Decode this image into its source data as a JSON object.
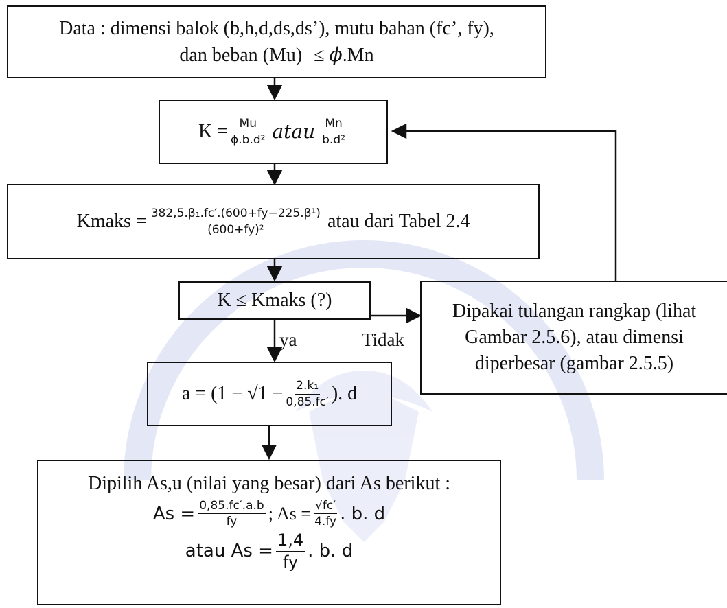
{
  "box_data": {
    "line1": "Data : dimensi balok (b,h,d,ds,ds’), mutu bahan (fc’, fy),",
    "line2_pre": "dan beban (Mu)",
    "line2_op": "≤",
    "line2_phi": "ϕ",
    "line2_post": ".Mn"
  },
  "box_k": {
    "lhs": "K =",
    "f1_num": "Mu",
    "f1_den": "ϕ.b.d²",
    "mid": "atau",
    "f2_num": "Mn",
    "f2_den": "b.d²"
  },
  "box_kmaks": {
    "lhs": "Kmaks =",
    "num": "382,5.β₁.fc′.(600+fy−225.β¹)",
    "den": "(600+fy)²",
    "post": "atau dari Tabel 2.4"
  },
  "box_check": {
    "text": "K ≤ Kmaks (?)"
  },
  "box_a": {
    "pre": "a = (1 − √1 −",
    "num": "2.k₁",
    "den": "0,85.fc′",
    "post": "). d"
  },
  "box_as": {
    "line1": "Dipilih As,u (nilai yang besar) dari As berikut :",
    "as1_lhs": "As =",
    "as1_num": "0,85.fc′.a.b",
    "as1_den": "fy",
    "sep": "; As =",
    "as2_num": "√fc′",
    "as2_den": "4.fy",
    "as2_post": ". b. d",
    "as3_lhs": "atau As =",
    "as3_num": "1,4",
    "as3_den": "fy",
    "as3_post": ". b. d"
  },
  "box_rangkap": {
    "line1": "Dipakai tulangan rangkap (lihat",
    "line2": "Gambar 2.5.6), atau dimensi",
    "line3": "diperbesar (gambar 2.5.5)"
  },
  "labels": {
    "ya": "ya",
    "tidak": "Tidak"
  },
  "colors": {
    "stroke": "#111111",
    "watermark": "#c9d0ee"
  }
}
